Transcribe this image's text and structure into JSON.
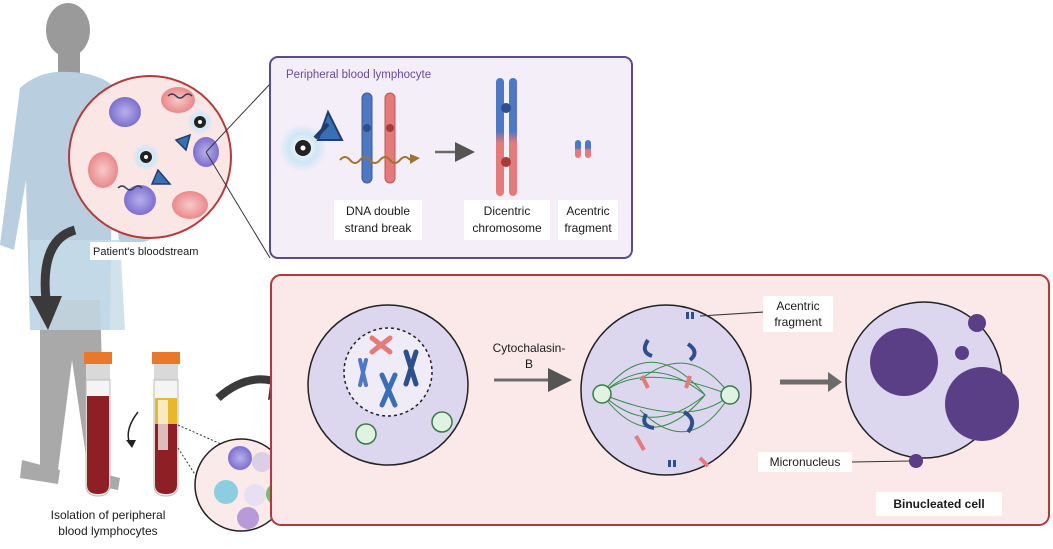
{
  "labels": {
    "peripheral_title": "Peripheral blood lymphocyte",
    "dna_break": [
      "DNA double",
      "strand break"
    ],
    "dicentric": [
      "Dicentric",
      "chromosome"
    ],
    "acentric_top": [
      "Acentric",
      "fragment"
    ],
    "patient_bloodstream": "Patient's bloodstream",
    "isolation": [
      "Isolation of peripheral",
      "blood lymphocytes"
    ],
    "cytochalasin": [
      "Cytochalasin-",
      "B"
    ],
    "acentric_bottom": [
      "Acentric",
      "fragment"
    ],
    "micronucleus": "Micronucleus",
    "binucleated": "Binucleated cell"
  },
  "colors": {
    "purple_frame": "#5d4a8a",
    "red_frame": "#b23a3a",
    "panel_top_bg": "#f3eef8",
    "panel_bottom_bg": "#fbe9e9",
    "chrom_blue": "#4f78c4",
    "chrom_red": "#e47a7a",
    "nucleus_purple": "#5b3f86",
    "cell_lavender": "#dcd6ef",
    "blood_red": "#8e1f24",
    "tube_orange": "#e8792c"
  },
  "icons": [
    "patient-silhouette",
    "radiation-icon",
    "blood-tube",
    "lymphocyte-cell",
    "chromosome",
    "curved-arrow"
  ]
}
